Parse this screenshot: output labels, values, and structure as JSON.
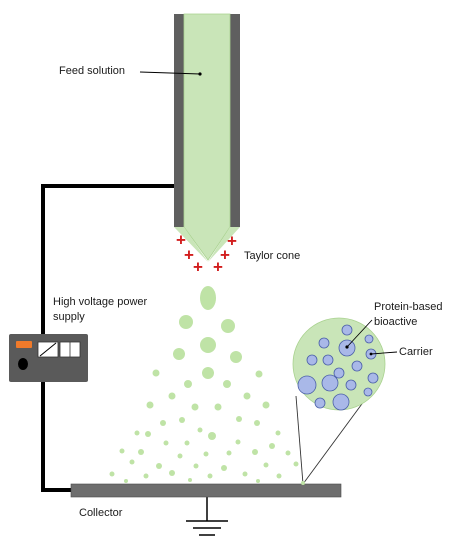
{
  "labels": {
    "feed_solution": "Feed solution",
    "taylor_cone": "Taylor cone",
    "power_supply_line1": "High voltage power",
    "power_supply_line2": "supply",
    "protein_line1": "Protein-based",
    "protein_line2": "bioactive",
    "carrier": "Carrier",
    "collector": "Collector"
  },
  "charge_symbol": "+",
  "icons": {
    "ground": "ground-symbol-icon",
    "power_supply": "power-supply-icon"
  },
  "colors": {
    "solution": "#c9e5b8",
    "solution_edge": "#a9d28f",
    "droplet": "#bfe3a6",
    "needle_wall": "#5f5f5f",
    "wire": "#000000",
    "charge": "#d21e1e",
    "particle": "#a9b8e8",
    "particle_edge": "#4a5fa8",
    "carrier": "#c9e5b8",
    "collector": "#6e6e6e",
    "supply_body": "#5a5a5a",
    "supply_indicator": "#f07a2a"
  }
}
